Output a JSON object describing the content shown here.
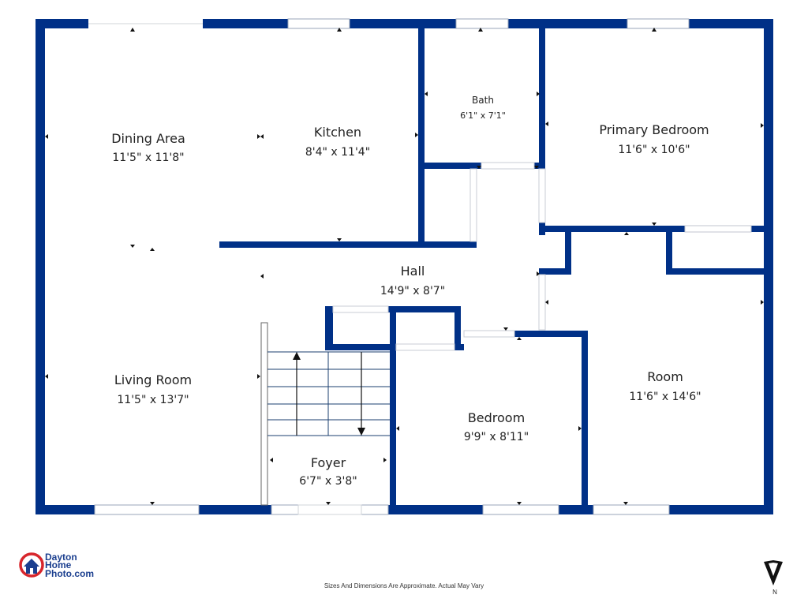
{
  "colors": {
    "wall": "#003087",
    "window": "#9aa6b8",
    "stair": "#1b3f6f",
    "logo_red": "#d7262c",
    "logo_blue": "#1b3f8f"
  },
  "rooms": {
    "dining": {
      "name": "Dining Area",
      "dims": "11'5\" x 11'8\""
    },
    "kitchen": {
      "name": "Kitchen",
      "dims": "8'4\" x 11'4\""
    },
    "bath": {
      "name": "Bath",
      "dims": "6'1\" x 7'1\""
    },
    "primary": {
      "name": "Primary Bedroom",
      "dims": "11'6\" x 10'6\""
    },
    "hall": {
      "name": "Hall",
      "dims": "14'9\" x 8'7\""
    },
    "living": {
      "name": "Living Room",
      "dims": "11'5\" x 13'7\""
    },
    "foyer": {
      "name": "Foyer",
      "dims": "6'7\" x 3'8\""
    },
    "bedroom": {
      "name": "Bedroom",
      "dims": "9'9\" x 8'11\""
    },
    "room": {
      "name": "Room",
      "dims": "11'6\" x 14'6\""
    }
  },
  "logo": {
    "line1": "Dayton",
    "line2": "Home",
    "line3": "Photo.com",
    "icon": "house-icon"
  },
  "disclaimer": "Sizes And Dimensions Are Approximate. Actual May Vary",
  "north": {
    "label": "N",
    "icon": "north-arrow-icon"
  }
}
